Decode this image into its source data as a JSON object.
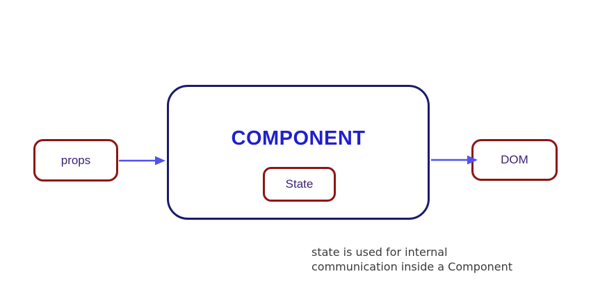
{
  "diagram": {
    "component": {
      "title": "COMPONENT"
    },
    "state_box": {
      "label": "State"
    },
    "props_box": {
      "label": "props"
    },
    "dom_box": {
      "label": "DOM"
    },
    "caption": {
      "line1": "state is used for internal",
      "line2": "communication inside a Component"
    }
  },
  "colors": {
    "box-border-red": "#8e1414",
    "component-border": "#1a1a6e",
    "component-title": "#1f1fd0",
    "label-text": "#3b2175",
    "arrow": "#5152ef",
    "caption-text": "#3a3a3a"
  }
}
